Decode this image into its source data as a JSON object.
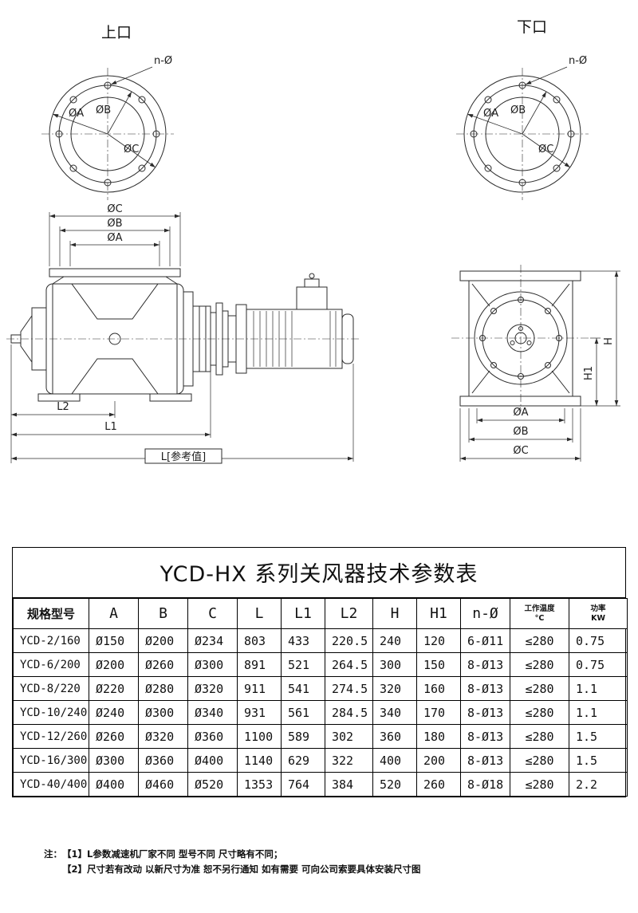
{
  "drawings": {
    "top_port": {
      "title": "上口"
    },
    "bottom_port": {
      "title": "下口"
    },
    "dims": {
      "phi_a": "ØA",
      "phi_b": "ØB",
      "phi_c": "ØC",
      "n_phi": "n-Ø",
      "l_ref": "L[参考值]",
      "l1": "L1",
      "l2": "L2",
      "h": "H",
      "h1": "H1"
    }
  },
  "table": {
    "title": "YCD-HX 系列关风器技术参数表",
    "columns": [
      "规格型号",
      "A",
      "B",
      "C",
      "L",
      "L1",
      "L2",
      "H",
      "H1",
      "n-Ø",
      "工作温度\n°C",
      "功率\nKW"
    ],
    "rows": [
      [
        "YCD-2/160",
        "Ø150",
        "Ø200",
        "Ø234",
        "803",
        "433",
        "220.5",
        "240",
        "120",
        "6-Ø11",
        "≤280",
        "0.75"
      ],
      [
        "YCD-6/200",
        "Ø200",
        "Ø260",
        "Ø300",
        "891",
        "521",
        "264.5",
        "300",
        "150",
        "8-Ø13",
        "≤280",
        "0.75"
      ],
      [
        "YCD-8/220",
        "Ø220",
        "Ø280",
        "Ø320",
        "911",
        "541",
        "274.5",
        "320",
        "160",
        "8-Ø13",
        "≤280",
        "1.1"
      ],
      [
        "YCD-10/240",
        "Ø240",
        "Ø300",
        "Ø340",
        "931",
        "561",
        "284.5",
        "340",
        "170",
        "8-Ø13",
        "≤280",
        "1.1"
      ],
      [
        "YCD-12/260",
        "Ø260",
        "Ø320",
        "Ø360",
        "1100",
        "589",
        "302",
        "360",
        "180",
        "8-Ø13",
        "≤280",
        "1.5"
      ],
      [
        "YCD-16/300",
        "Ø300",
        "Ø360",
        "Ø400",
        "1140",
        "629",
        "322",
        "400",
        "200",
        "8-Ø13",
        "≤280",
        "1.5"
      ],
      [
        "YCD-40/400",
        "Ø400",
        "Ø460",
        "Ø520",
        "1353",
        "764",
        "384",
        "520",
        "260",
        "8-Ø18",
        "≤280",
        "2.2"
      ]
    ]
  },
  "notes": {
    "prefix": "注：",
    "items": [
      "【1】L参数减速机厂家不同 型号不同 尺寸略有不同；",
      "【2】尺寸若有改动 以新尺寸为准 恕不另行通知 如有需要 可向公司索要具体安装尺寸图"
    ]
  }
}
